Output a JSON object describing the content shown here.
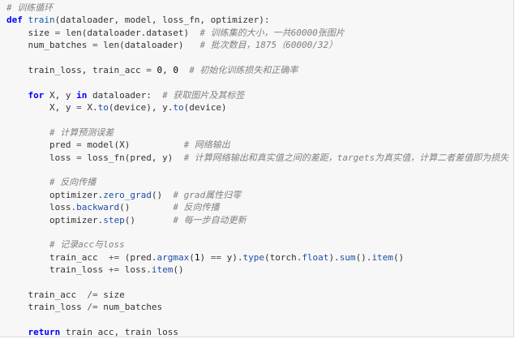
{
  "code": {
    "language": "python",
    "colors": {
      "background": "#f7f7f7",
      "keyword": "#0000ff",
      "function": "#0a5fad",
      "method": "#1f4fa6",
      "comment": "#808080",
      "text": "#333333"
    },
    "lines": [
      [
        {
          "t": "cm",
          "v": "# 训练循环"
        }
      ],
      [
        {
          "t": "kw",
          "v": "def "
        },
        {
          "t": "fn",
          "v": "train"
        },
        {
          "t": "",
          "v": "(dataloader, model, loss_fn, optimizer):"
        }
      ],
      [
        {
          "t": "",
          "v": "    size "
        },
        {
          "t": "op",
          "v": "="
        },
        {
          "t": "",
          "v": " len(dataloader.dataset)  "
        },
        {
          "t": "cm",
          "v": "# 训练集的大小，一共60000张图片"
        }
      ],
      [
        {
          "t": "",
          "v": "    num_batches "
        },
        {
          "t": "op",
          "v": "="
        },
        {
          "t": "",
          "v": " len(dataloader)   "
        },
        {
          "t": "cm",
          "v": "# 批次数目，1875（60000/32）"
        }
      ],
      [],
      [
        {
          "t": "",
          "v": "    train_loss, train_acc "
        },
        {
          "t": "op",
          "v": "="
        },
        {
          "t": "",
          "v": " "
        },
        {
          "t": "num",
          "v": "0"
        },
        {
          "t": "",
          "v": ", "
        },
        {
          "t": "num",
          "v": "0"
        },
        {
          "t": "",
          "v": "  "
        },
        {
          "t": "cm",
          "v": "# 初始化训练损失和正确率"
        }
      ],
      [],
      [
        {
          "t": "",
          "v": "    "
        },
        {
          "t": "kw",
          "v": "for"
        },
        {
          "t": "",
          "v": " X, y "
        },
        {
          "t": "kw",
          "v": "in"
        },
        {
          "t": "",
          "v": " dataloader:  "
        },
        {
          "t": "cm",
          "v": "# 获取图片及其标签"
        }
      ],
      [
        {
          "t": "",
          "v": "        X, y "
        },
        {
          "t": "op",
          "v": "="
        },
        {
          "t": "",
          "v": " X."
        },
        {
          "t": "attr",
          "v": "to"
        },
        {
          "t": "",
          "v": "(device), y."
        },
        {
          "t": "attr",
          "v": "to"
        },
        {
          "t": "",
          "v": "(device)"
        }
      ],
      [],
      [
        {
          "t": "",
          "v": "        "
        },
        {
          "t": "cm",
          "v": "# 计算预测误差"
        }
      ],
      [
        {
          "t": "",
          "v": "        pred "
        },
        {
          "t": "op",
          "v": "="
        },
        {
          "t": "",
          "v": " model(X)          "
        },
        {
          "t": "cm",
          "v": "# 网络输出"
        }
      ],
      [
        {
          "t": "",
          "v": "        loss "
        },
        {
          "t": "op",
          "v": "="
        },
        {
          "t": "",
          "v": " loss_fn(pred, y)  "
        },
        {
          "t": "cm",
          "v": "# 计算网络输出和真实值之间的差距，targets为真实值，计算二者差值即为损失"
        }
      ],
      [],
      [
        {
          "t": "",
          "v": "        "
        },
        {
          "t": "cm",
          "v": "# 反向传播"
        }
      ],
      [
        {
          "t": "",
          "v": "        optimizer."
        },
        {
          "t": "attr",
          "v": "zero_grad"
        },
        {
          "t": "",
          "v": "()  "
        },
        {
          "t": "cm",
          "v": "# grad属性归零"
        }
      ],
      [
        {
          "t": "",
          "v": "        loss."
        },
        {
          "t": "attr",
          "v": "backward"
        },
        {
          "t": "",
          "v": "()        "
        },
        {
          "t": "cm",
          "v": "# 反向传播"
        }
      ],
      [
        {
          "t": "",
          "v": "        optimizer."
        },
        {
          "t": "attr",
          "v": "step"
        },
        {
          "t": "",
          "v": "()       "
        },
        {
          "t": "cm",
          "v": "# 每一步自动更新"
        }
      ],
      [],
      [
        {
          "t": "",
          "v": "        "
        },
        {
          "t": "cm",
          "v": "# 记录acc与loss"
        }
      ],
      [
        {
          "t": "",
          "v": "        train_acc  "
        },
        {
          "t": "op",
          "v": "+="
        },
        {
          "t": "",
          "v": " (pred."
        },
        {
          "t": "attr",
          "v": "argmax"
        },
        {
          "t": "",
          "v": "("
        },
        {
          "t": "num",
          "v": "1"
        },
        {
          "t": "",
          "v": ") "
        },
        {
          "t": "op",
          "v": "=="
        },
        {
          "t": "",
          "v": " y)."
        },
        {
          "t": "attr",
          "v": "type"
        },
        {
          "t": "",
          "v": "(torch."
        },
        {
          "t": "attr",
          "v": "float"
        },
        {
          "t": "",
          "v": ")."
        },
        {
          "t": "attr",
          "v": "sum"
        },
        {
          "t": "",
          "v": "()."
        },
        {
          "t": "attr",
          "v": "item"
        },
        {
          "t": "",
          "v": "()"
        }
      ],
      [
        {
          "t": "",
          "v": "        train_loss "
        },
        {
          "t": "op",
          "v": "+="
        },
        {
          "t": "",
          "v": " loss."
        },
        {
          "t": "attr",
          "v": "item"
        },
        {
          "t": "",
          "v": "()"
        }
      ],
      [],
      [
        {
          "t": "",
          "v": "    train_acc  "
        },
        {
          "t": "op",
          "v": "/="
        },
        {
          "t": "",
          "v": " size"
        }
      ],
      [
        {
          "t": "",
          "v": "    train_loss "
        },
        {
          "t": "op",
          "v": "/="
        },
        {
          "t": "",
          "v": " num_batches"
        }
      ],
      [],
      [
        {
          "t": "",
          "v": "    "
        },
        {
          "t": "kw",
          "v": "return"
        },
        {
          "t": "",
          "v": " train_acc, train_loss"
        }
      ]
    ]
  }
}
